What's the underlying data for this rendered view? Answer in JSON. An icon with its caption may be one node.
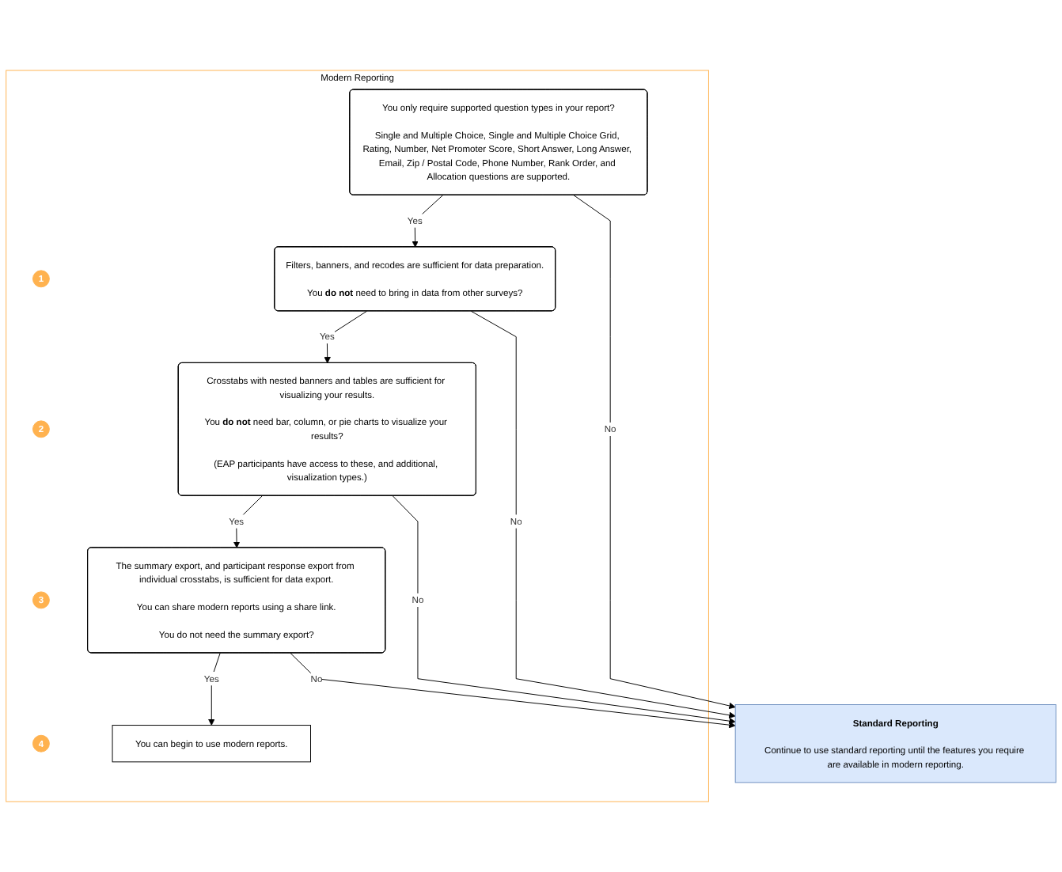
{
  "diagram": {
    "nodes": [
      {
        "text": [
          "Modern Reporting"
        ]
      },
      {
        "text": [
          "1"
        ],
        "in": 0
      },
      {
        "text": [
          "You only require supported question types in your report?",
          "Single and Multiple Choice, Single and Multiple Choice Grid, Rating, Number, Net Promoter Score, Short Answer, Long Answer, Email, Zip / Postal Code, Phone Number, Rank Order, and Allocation questions are supported."
        ],
        "in": 0
      },
      {
        "text": [
          "2"
        ],
        "in": 0
      },
      {
        "text": [
          "Filters, banners, and recodes are sufficient for data preparation.",
          "You **do not** need to bring in data from other surveys?"
        ],
        "in": 0
      },
      {
        "text": [
          "3"
        ],
        "in": 0
      },
      {
        "text": [
          "Crosstabs with nested banners and tables are sufficient for visualizing your results.",
          "You **do not** need bar, column, or pie charts to visualize your results?",
          "(EAP participants have access to these, and additional, visualization types.)"
        ],
        "in": 0
      },
      {
        "text": [
          "4"
        ],
        "in": 0
      },
      {
        "text": [
          "The summary export, and participant response export from individual crosstabs, is sufficient for data export.",
          "You can share modern reports using a share link.",
          "You do not need the summary export?"
        ],
        "in": 0
      },
      {
        "text": [
          "You can begin to use modern reports."
        ],
        "in": 0
      },
      {
        "text": [
          "Standard Reporting",
          "Continue to use standard reporting until the features you require are available in modern reporting."
        ]
      }
    ],
    "edges": [
      {
        "from": 2,
        "to": 4,
        "label": "Yes",
        "arrow": "to"
      },
      {
        "from": 4,
        "to": 6,
        "label": "Yes",
        "arrow": "to"
      },
      {
        "from": 6,
        "to": 8,
        "label": "Yes",
        "arrow": "to"
      },
      {
        "from": 8,
        "to": 9,
        "label": "Yes",
        "arrow": "to"
      },
      {
        "from": 2,
        "to": 10,
        "label": "No",
        "arrow": "to"
      },
      {
        "from": 4,
        "to": 10,
        "label": "No",
        "arrow": "to"
      },
      {
        "from": 6,
        "to": 10,
        "label": "No",
        "arrow": "to"
      },
      {
        "from": 8,
        "to": 10,
        "label": "No",
        "arrow": "to"
      }
    ]
  }
}
